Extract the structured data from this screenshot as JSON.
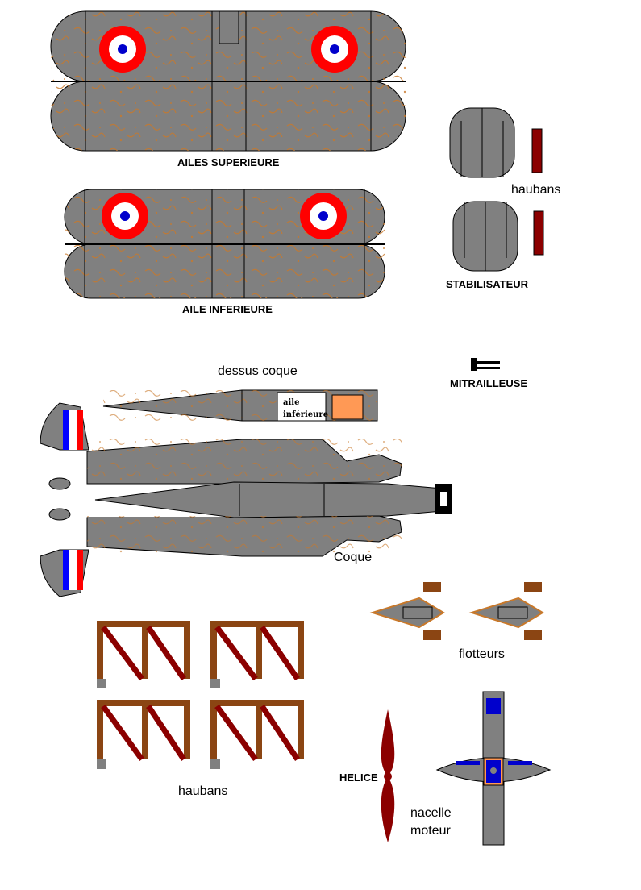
{
  "labels": {
    "upper_wing": "AILES SUPERIEURE",
    "lower_wing": "AILE INFERIEURE",
    "struts_small": "haubans",
    "stabilizer": "STABILISATEUR",
    "hull_top": "dessus coque",
    "machine_gun": "MITRAILLEUSE",
    "hull_panel_line1": "aile",
    "hull_panel_line2": "inférieure",
    "hull": "Coque",
    "floats": "flotteurs",
    "struts_large": "haubans",
    "propeller": "HELICE",
    "engine_nacelle_line1": "nacelle",
    "engine_nacelle_line2": "moteur"
  },
  "colors": {
    "body_gray": "#808080",
    "roundel_red": "#ff0000",
    "roundel_blue": "#0000cc",
    "strut_brown": "#8b4513",
    "strut_dark_red": "#8b0000",
    "dirt_orange": "#c8782a",
    "cockpit_orange": "#ff9955",
    "flag_blue": "#0000ff",
    "flag_red": "#ff0000"
  }
}
